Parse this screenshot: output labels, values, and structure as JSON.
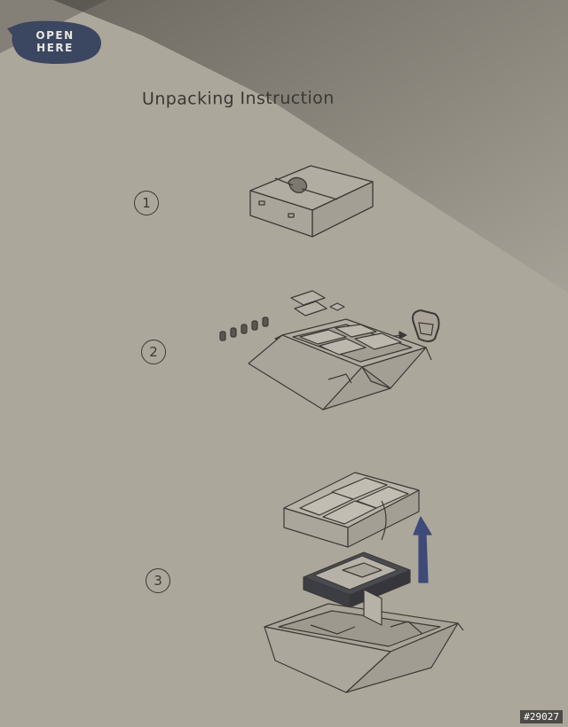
{
  "badge": {
    "text_line1": "OPEN",
    "text_line2": "HERE"
  },
  "title": "Unpacking Instruction",
  "steps": [
    {
      "label": "1"
    },
    {
      "label": "2"
    },
    {
      "label": "3"
    }
  ],
  "watermark": "#29027",
  "colors": {
    "cardboard": "#aca79b",
    "ink": "#3c3a36",
    "badge": "#3b4660",
    "arrow": "#3e4a78"
  }
}
